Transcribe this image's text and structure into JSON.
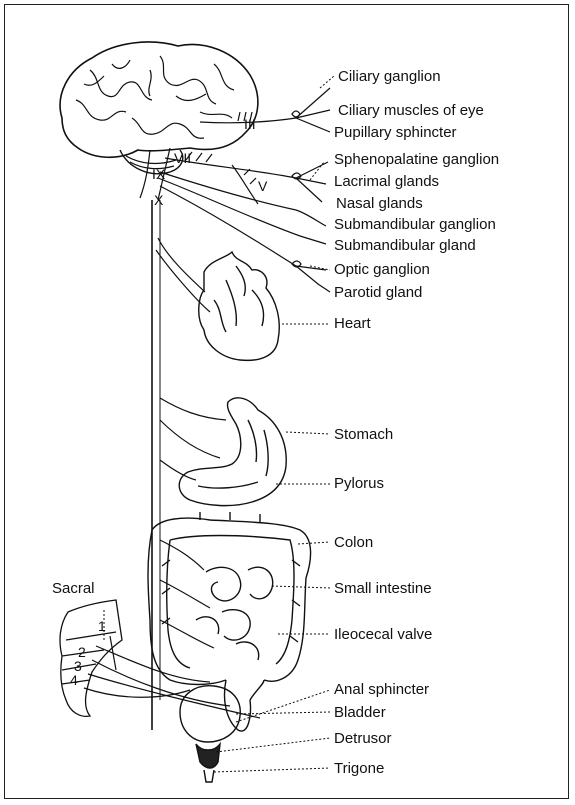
{
  "diagram": {
    "labels": {
      "ciliary_ganglion": "Ciliary ganglion",
      "ciliary_muscles": "Ciliary muscles of eye",
      "pupillary_sphincter": "Pupillary sphincter",
      "sphenopalatine_ganglion": "Sphenopalatine ganglion",
      "lacrimal_glands": "Lacrimal glands",
      "nasal_glands": "Nasal glands",
      "submandibular_ganglion": "Submandibular ganglion",
      "submandibular_gland": "Submandibular gland",
      "optic_ganglion": "Optic ganglion",
      "parotid_gland": "Parotid gland",
      "heart": "Heart",
      "stomach": "Stomach",
      "pylorus": "Pylorus",
      "colon": "Colon",
      "small_intestine": "Small intestine",
      "ileocecal_valve": "Ileocecal valve",
      "anal_sphincter": "Anal sphincter",
      "bladder": "Bladder",
      "detrusor": "Detrusor",
      "trigone": "Trigone",
      "sacral": "Sacral"
    },
    "cranial_nerves": {
      "iii": "III",
      "vii": "VII",
      "v": "V",
      "ix": "IX",
      "x": "X"
    },
    "sacral_segments": [
      "1",
      "2",
      "3",
      "4"
    ]
  }
}
